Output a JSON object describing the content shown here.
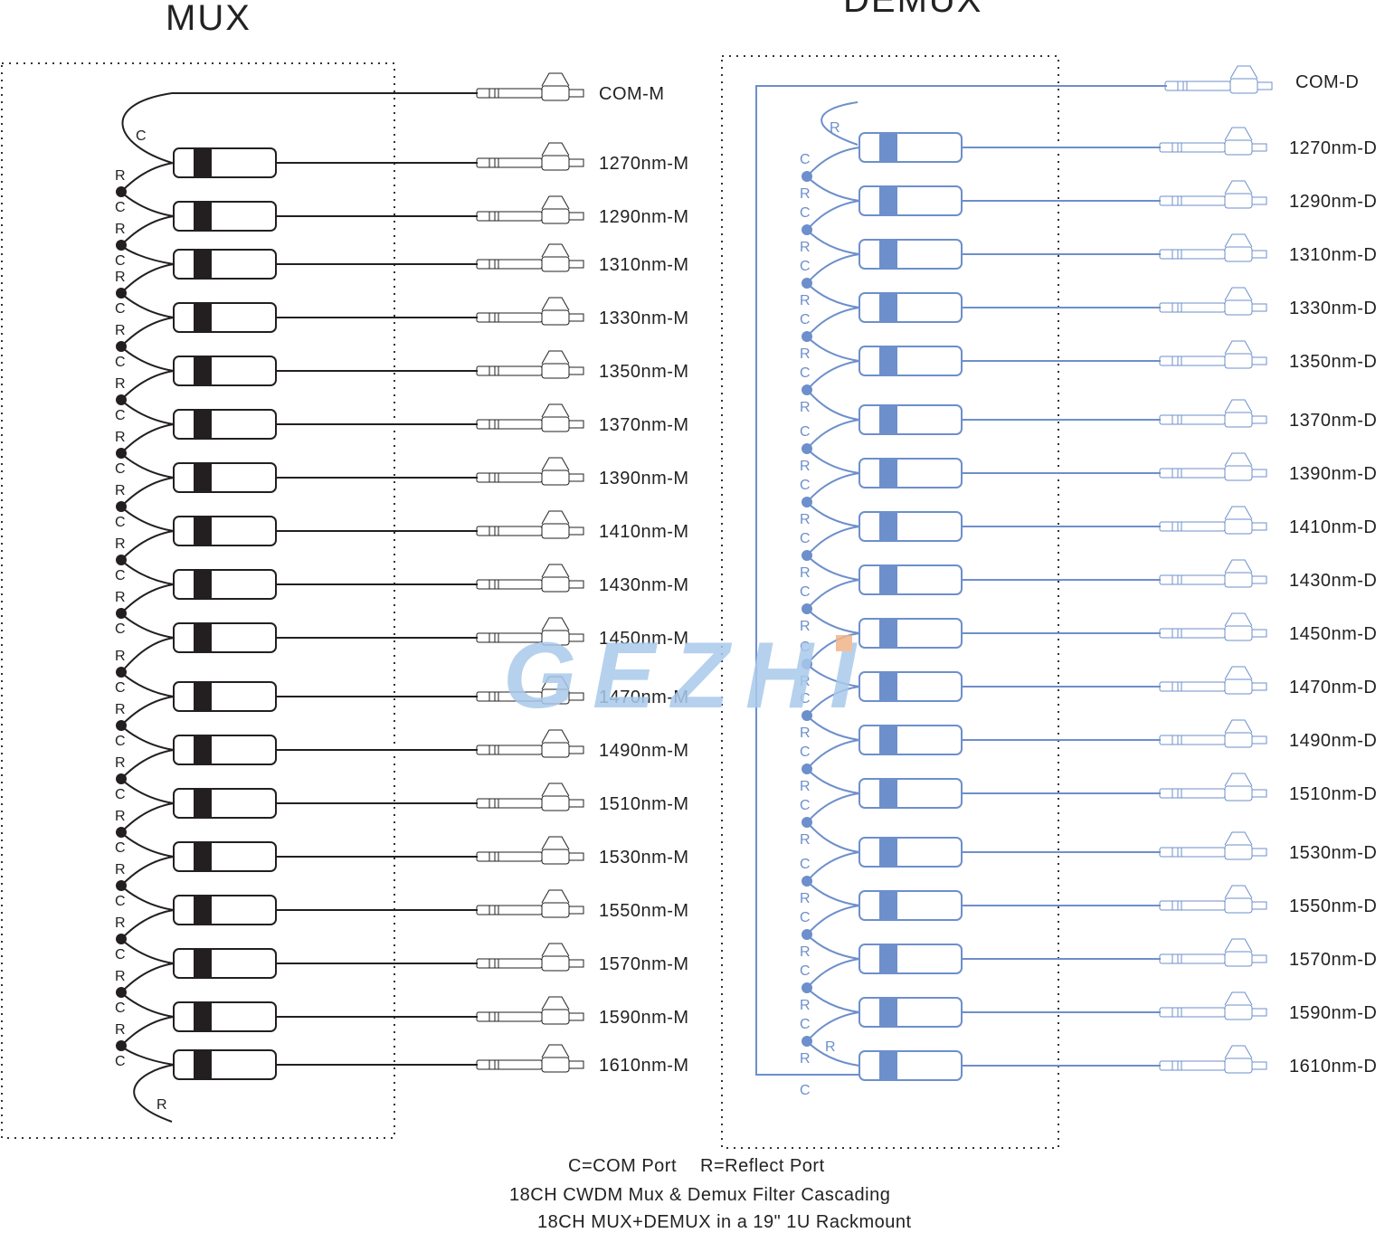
{
  "mux": {
    "title": "MUX",
    "com_label": "COM-M",
    "channels": [
      "1270nm-M",
      "1290nm-M",
      "1310nm-M",
      "1330nm-M",
      "1350nm-M",
      "1370nm-M",
      "1390nm-M",
      "1410nm-M",
      "1430nm-M",
      "1450nm-M",
      "1470nm-M",
      "1490nm-M",
      "1510nm-M",
      "1530nm-M",
      "1550nm-M",
      "1570nm-M",
      "1590nm-M",
      "1610nm-M"
    ],
    "color": "#231f20"
  },
  "demux": {
    "title": "DEMUX",
    "com_label": "COM-D",
    "channels": [
      "1270nm-D",
      "1290nm-D",
      "1310nm-D",
      "1330nm-D",
      "1350nm-D",
      "1370nm-D",
      "1390nm-D",
      "1410nm-D",
      "1430nm-D",
      "1450nm-D",
      "1470nm-D",
      "1490nm-D",
      "1510nm-D",
      "1530nm-D",
      "1550nm-D",
      "1570nm-D",
      "1590nm-D",
      "1610nm-D"
    ],
    "color": "#6d8fcb"
  },
  "port_labels": {
    "com": "C",
    "reflect": "R"
  },
  "legend": {
    "com_port": "C=COM Port",
    "reflect_port": "R=Reflect Port",
    "line2": "18CH CWDM Mux & Demux Filter Cascading",
    "line3": "18CH MUX+DEMUX in a 19\" 1U Rackmount"
  },
  "watermark": {
    "text": "GEZHI",
    "color": "#a9c9ea",
    "accent": "#f2b48a"
  }
}
